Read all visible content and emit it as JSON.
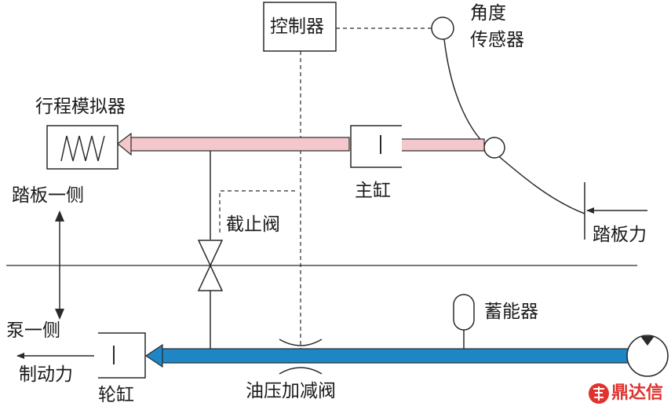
{
  "labels": {
    "controller": "控制器",
    "angle_sensor_line1": "角度",
    "angle_sensor_line2": "传感器",
    "stroke_simulator": "行程模拟器",
    "master_cylinder": "主缸",
    "pedal_side": "踏板一侧",
    "cutoff_valve": "截止阀",
    "pedal_force": "踏板力",
    "accumulator": "蓄能器",
    "pump_side": "泵一侧",
    "braking_force": "制动力",
    "wheel_cylinder": "轮缸",
    "pressure_valve": "油压加减阀"
  },
  "watermark": {
    "text": "鼎达信",
    "icon": "dingdaxin-logo-icon"
  },
  "colors": {
    "pedal_line_fill": "#f3c7cc",
    "pump_line_fill": "#1f86c6",
    "stroke": "#2a2a2a",
    "watermark": "#e0322f"
  }
}
